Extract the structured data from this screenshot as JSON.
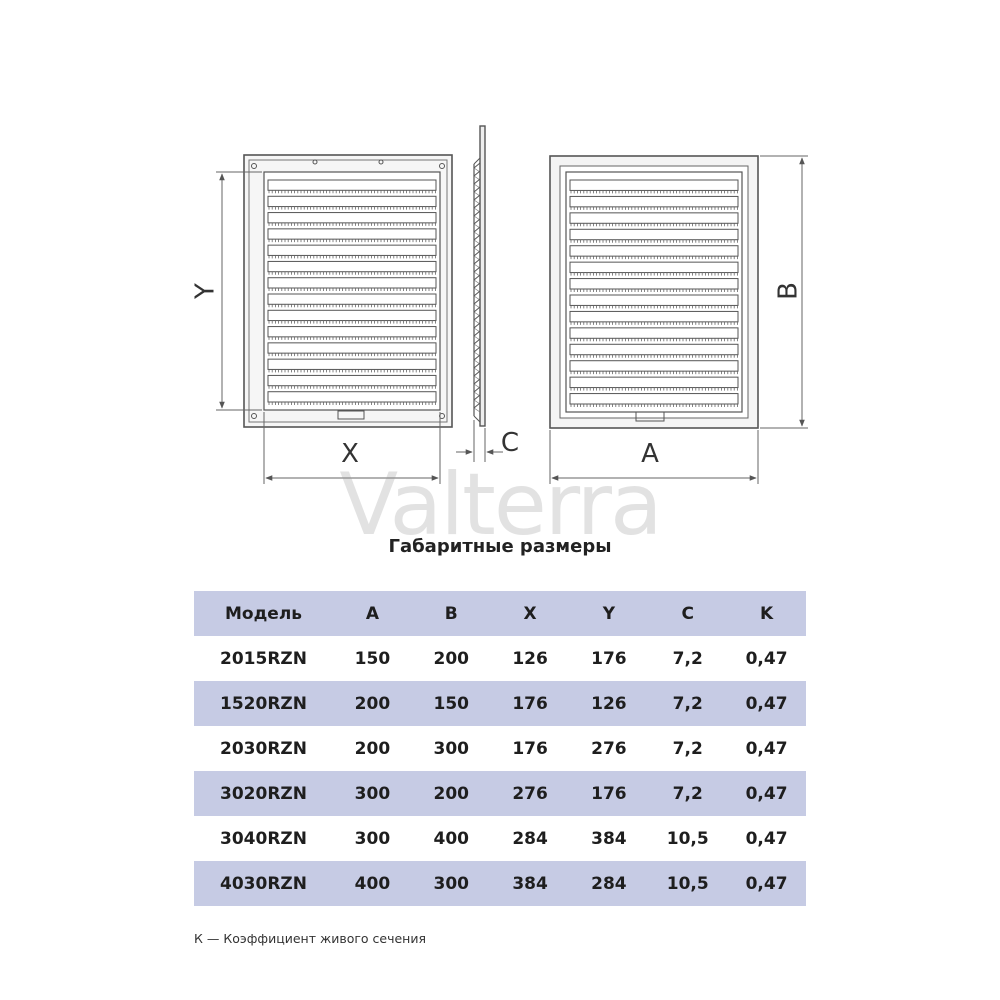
{
  "dimension_labels": {
    "y": "Y",
    "x": "X",
    "c": "C",
    "a": "A",
    "b": "B"
  },
  "watermark": "Valterra",
  "title": "Габаритные размеры",
  "table": {
    "headers": [
      "Модель",
      "A",
      "B",
      "X",
      "Y",
      "C",
      "K"
    ],
    "rows": [
      [
        "2015RZN",
        "150",
        "200",
        "126",
        "176",
        "7,2",
        "0,47"
      ],
      [
        "1520RZN",
        "200",
        "150",
        "176",
        "126",
        "7,2",
        "0,47"
      ],
      [
        "2030RZN",
        "200",
        "300",
        "176",
        "276",
        "7,2",
        "0,47"
      ],
      [
        "3020RZN",
        "300",
        "200",
        "276",
        "176",
        "7,2",
        "0,47"
      ],
      [
        "3040RZN",
        "300",
        "400",
        "284",
        "384",
        "10,5",
        "0,47"
      ],
      [
        "4030RZN",
        "400",
        "300",
        "384",
        "284",
        "10,5",
        "0,47"
      ]
    ]
  },
  "footnote": "К — Коэффициент живого сечения",
  "colors": {
    "table_shade": "#c6cbe4",
    "line": "#555555"
  }
}
